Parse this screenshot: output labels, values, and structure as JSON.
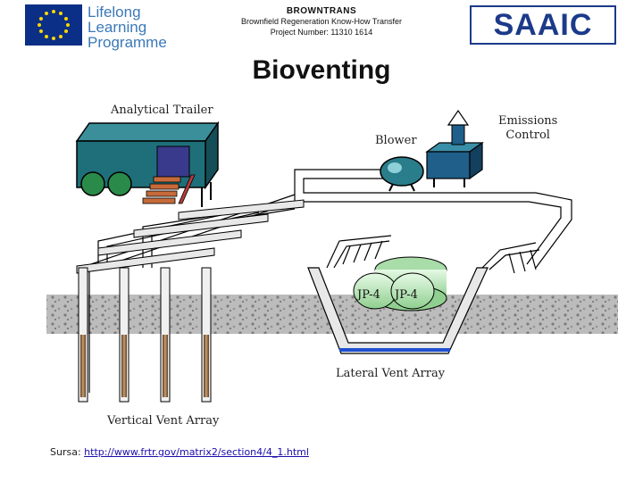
{
  "header": {
    "programme_lines": [
      "Lifelong",
      "Learning",
      "Programme"
    ],
    "project_title": "BROWNTRANS",
    "project_subtitle": "Brownfield Regeneration Know-How Transfer",
    "project_number": "Project Number: 11310 1614",
    "partner_logo_text": "SAAIC"
  },
  "title": "Bioventing",
  "diagram": {
    "labels": {
      "analytical_trailer": "Analytical Trailer",
      "emissions_line1": "Emissions",
      "emissions_line2": "Control",
      "blower": "Blower",
      "lateral_vent_array": "Lateral Vent Array",
      "vertical_vent_array": "Vertical Vent Array",
      "tank1": "JP-4",
      "tank2": "JP-4"
    }
  },
  "source": {
    "prefix": "Sursa:",
    "url": "http://www.frtr.gov/matrix2/section4/4_1.html"
  },
  "colors": {
    "trailer": "#1e6f7a",
    "blower": "#2a7d8a",
    "tank_green": "#c3ecc3",
    "liner_blue": "#1f4fd1",
    "pipe_gray": "#dcdcdc",
    "soil": "#a0a0a0"
  }
}
